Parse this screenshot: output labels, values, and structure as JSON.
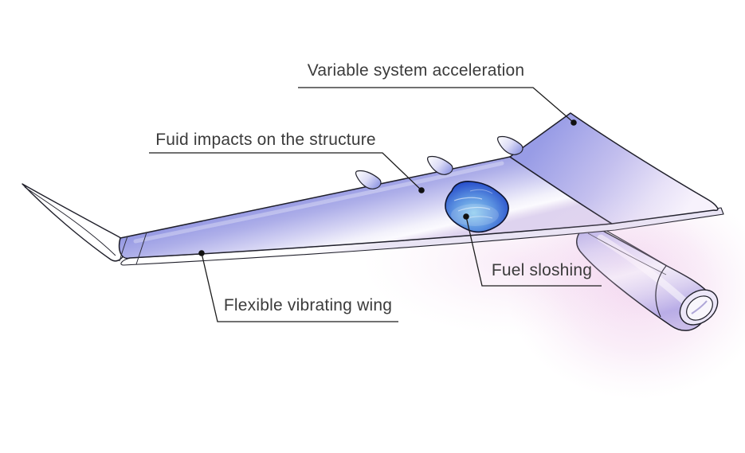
{
  "figure": {
    "background_color": "#ffffff",
    "line_color": "#1c1c1c",
    "text_color": "#3b3b3b",
    "wing_color": "#9296e2",
    "wing_highlight_color": "#f8f7fd",
    "fuel_color": "#2b52cc",
    "fuel_highlight_color": "#8ecdf0",
    "engine_color": "#b3a9e6",
    "glow_color": "#eec5e9",
    "labels": [
      {
        "id": "variable-system-acceleration",
        "text": "Variable system acceleration"
      },
      {
        "id": "fluid-impacts-structure",
        "text": "Fuid impacts on the structure"
      },
      {
        "id": "fuel-sloshing",
        "text": "Fuel sloshing"
      },
      {
        "id": "flexible-vibrating-wing",
        "text": "Flexible vibrating wing"
      }
    ]
  }
}
